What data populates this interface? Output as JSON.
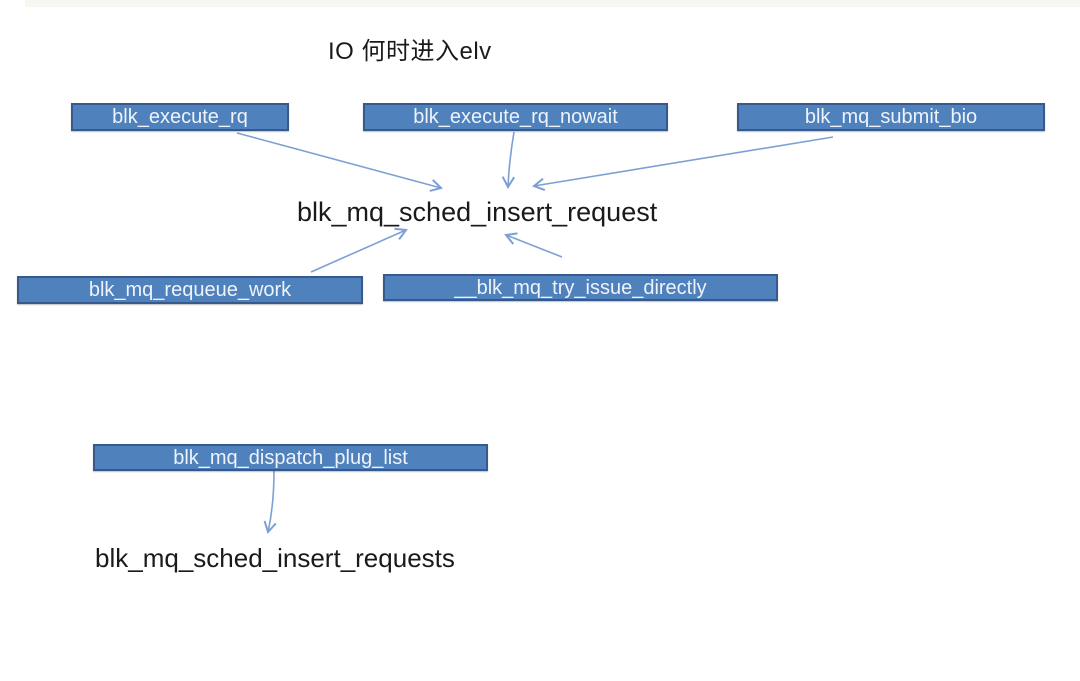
{
  "page": {
    "title": "IO 何时进入elv"
  },
  "diagram": {
    "colors": {
      "box_fill": "#4f81bd",
      "box_border": "#38598c",
      "box_text": "#eef3fa",
      "arrow": "#7da0d4",
      "text": "#1a1a1a"
    },
    "boxes": [
      {
        "id": "blk_execute_rq",
        "label": "blk_execute_rq"
      },
      {
        "id": "blk_execute_rq_nowait",
        "label": "blk_execute_rq_nowait"
      },
      {
        "id": "blk_mq_submit_bio",
        "label": "blk_mq_submit_bio"
      },
      {
        "id": "blk_mq_requeue_work",
        "label": "blk_mq_requeue_work"
      },
      {
        "id": "__blk_mq_try_issue_directly",
        "label": "__blk_mq_try_issue_directly"
      },
      {
        "id": "blk_mq_dispatch_plug_list",
        "label": "blk_mq_dispatch_plug_list"
      }
    ],
    "text_nodes": [
      {
        "id": "blk_mq_sched_insert_request",
        "label": "blk_mq_sched_insert_request"
      },
      {
        "id": "blk_mq_sched_insert_requests",
        "label": "blk_mq_sched_insert_requests"
      }
    ],
    "edges": [
      {
        "from": "blk_execute_rq",
        "to": "blk_mq_sched_insert_request"
      },
      {
        "from": "blk_execute_rq_nowait",
        "to": "blk_mq_sched_insert_request"
      },
      {
        "from": "blk_mq_submit_bio",
        "to": "blk_mq_sched_insert_request"
      },
      {
        "from": "blk_mq_requeue_work",
        "to": "blk_mq_sched_insert_request"
      },
      {
        "from": "__blk_mq_try_issue_directly",
        "to": "blk_mq_sched_insert_request"
      },
      {
        "from": "blk_mq_dispatch_plug_list",
        "to": "blk_mq_sched_insert_requests"
      }
    ]
  }
}
